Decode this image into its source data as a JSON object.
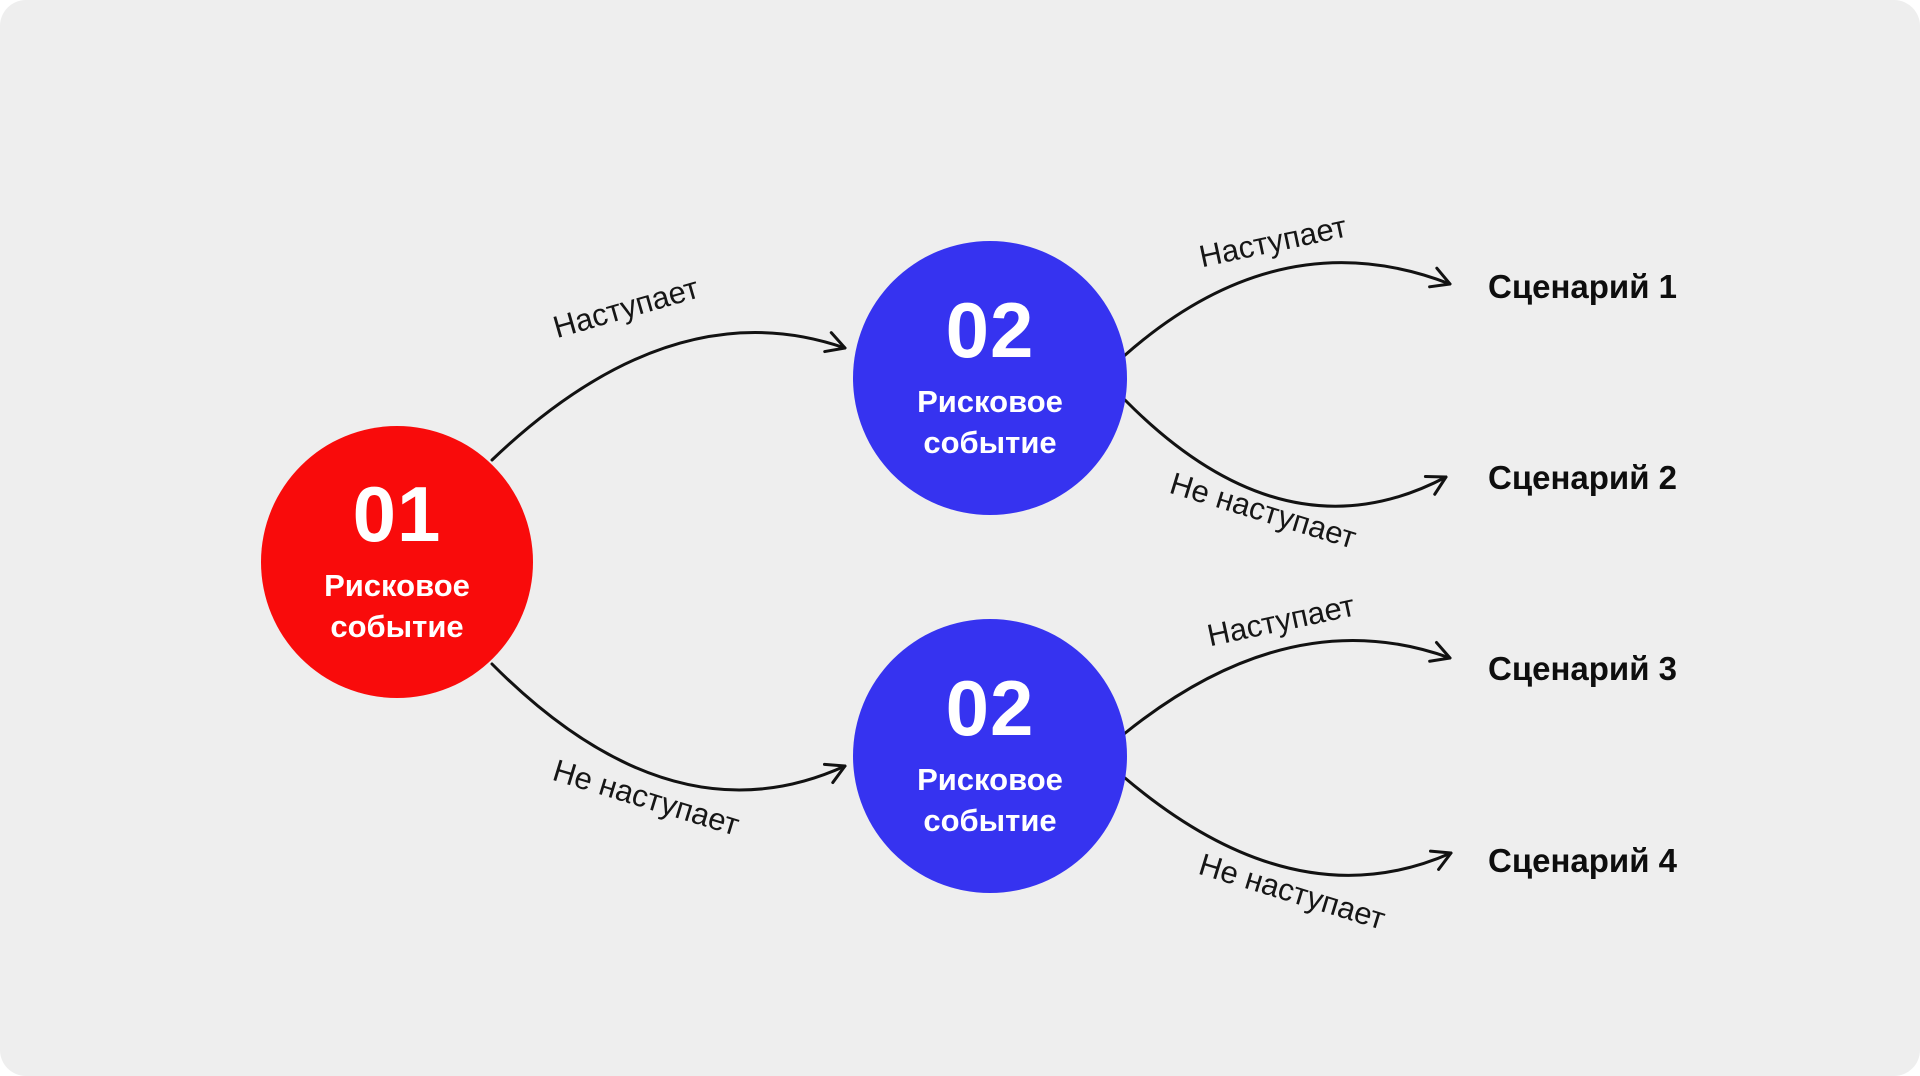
{
  "diagram": {
    "background_color": "#eeeeee",
    "outer_background_color": "#ffffff",
    "line_color": "#121212",
    "red_color": "#f90b0b",
    "blue_color": "#3633f0"
  },
  "nodes": {
    "root": {
      "number": "01",
      "label": "Рисковое событие",
      "color": "#f90b0b"
    },
    "branch_top": {
      "number": "02",
      "label": "Рисковое событие",
      "color": "#3633f0"
    },
    "branch_bottom": {
      "number": "02",
      "label": "Рисковое событие",
      "color": "#3633f0"
    }
  },
  "edges": [
    {
      "from": "01",
      "to": "02",
      "label": "Наступает"
    },
    {
      "from": "01",
      "to": "02",
      "label": "Не наступает"
    },
    {
      "from": "02",
      "to": "Сценарий 1",
      "label": "Наступает"
    },
    {
      "from": "02",
      "to": "Сценарий 2",
      "label": "Не наступает"
    },
    {
      "from": "02",
      "to": "Сценарий 3",
      "label": "Наступает"
    },
    {
      "from": "02",
      "to": "Сценарий 4",
      "label": "Не наступает"
    }
  ],
  "scenarios": [
    {
      "label": "Сценарий 1"
    },
    {
      "label": "Сценарий 2"
    },
    {
      "label": "Сценарий 3"
    },
    {
      "label": "Сценарий 4"
    }
  ]
}
